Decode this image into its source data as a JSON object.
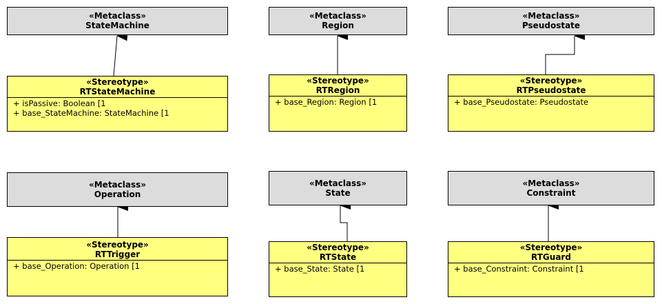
{
  "keywords": {
    "metaclass": "«Metaclass»",
    "stereotype": "«Stereotype»"
  },
  "pairs": [
    {
      "metaclass": {
        "name": "StateMachine"
      },
      "stereotype": {
        "name": "RTStateMachine",
        "attributes": [
          "+ isPassive: Boolean [1",
          "+ base_StateMachine: StateMachine [1"
        ]
      }
    },
    {
      "metaclass": {
        "name": "Region"
      },
      "stereotype": {
        "name": "RTRegion",
        "attributes": [
          "+ base_Region: Region [1"
        ]
      }
    },
    {
      "metaclass": {
        "name": "Pseudostate"
      },
      "stereotype": {
        "name": "RTPseudostate",
        "attributes": [
          "+ base_Pseudostate: Pseudostate"
        ]
      }
    },
    {
      "metaclass": {
        "name": "Operation"
      },
      "stereotype": {
        "name": "RTTrigger",
        "attributes": [
          "+ base_Operation: Operation [1"
        ]
      }
    },
    {
      "metaclass": {
        "name": "State"
      },
      "stereotype": {
        "name": "RTState",
        "attributes": [
          "+ base_State: State [1"
        ]
      }
    },
    {
      "metaclass": {
        "name": "Constraint"
      },
      "stereotype": {
        "name": "RTGuard",
        "attributes": [
          "+ base_Constraint: Constraint [1"
        ]
      }
    }
  ]
}
